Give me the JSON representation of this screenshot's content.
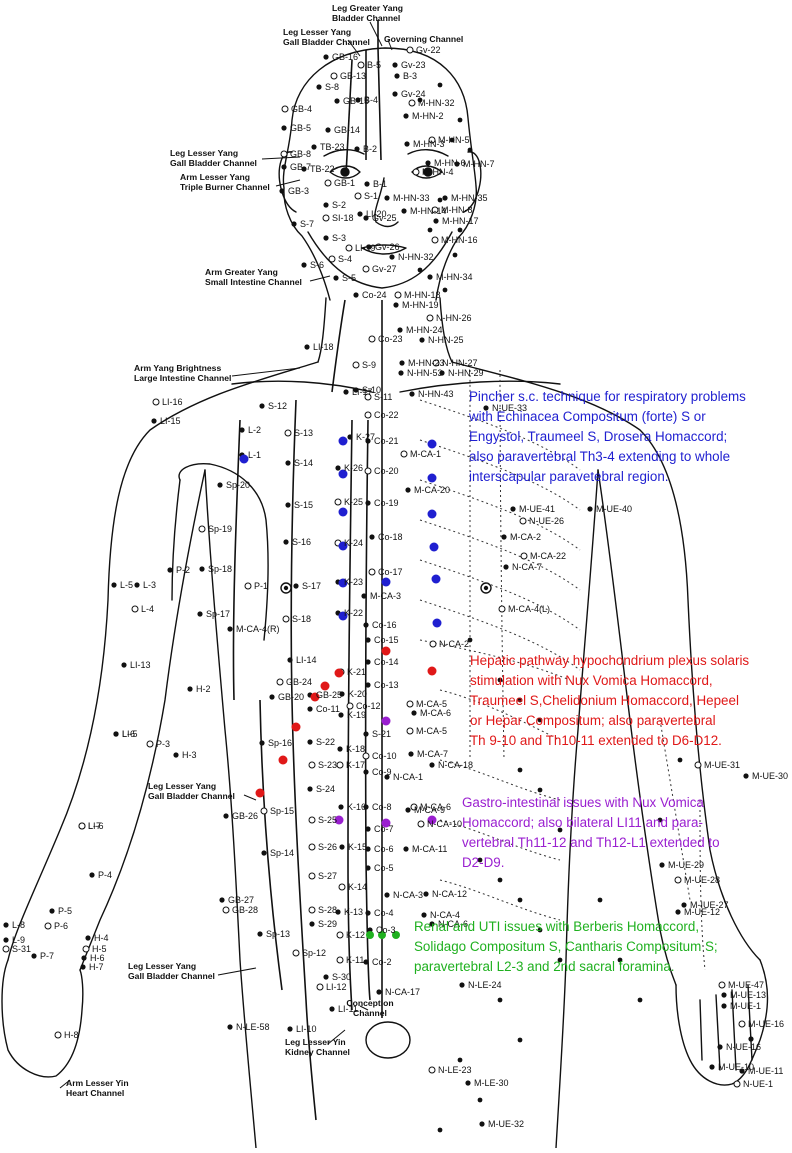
{
  "channel_labels": {
    "leg_greater_yang": [
      "Leg Greater Yang",
      "Bladder Channel"
    ],
    "leg_lesser_yang_top": [
      "Leg Lesser Yang",
      "Gall Bladder Channel"
    ],
    "governing": "Governing Channel",
    "leg_lesser_yang_head": [
      "Leg Lesser Yang",
      "Gall Bladder Channel"
    ],
    "arm_lesser_yang": [
      "Arm Lesser Yang",
      "Triple Burner Channel"
    ],
    "arm_greater_yang": [
      "Arm Greater Yang",
      "Small Intestine Channel"
    ],
    "arm_yang_brightness": [
      "Arm Yang Brightness",
      "Large Intestine Channel"
    ],
    "leg_lesser_yang_side": [
      "Leg Lesser Yang",
      "Gall Bladder Channel"
    ],
    "leg_lesser_yang_bottom": [
      "Leg Lesser Yang",
      "Gall Bladder Channel"
    ],
    "leg_lesser_yin": [
      "Leg Lesser Yin",
      "Kidney Channel"
    ],
    "conception": [
      "Conception",
      "Channel"
    ],
    "arm_lesser_yin": [
      "Arm Lesser Yin",
      "Heart Channel"
    ]
  },
  "annotations": [
    {
      "color": "#1f1fd0",
      "lines": [
        "Pincher s.c. technique for respiratory problems",
        "with Echinacea Compositum (forte) S or",
        "Engystol, Traumeel S, Drosera Homaccord;",
        "also paravertebral Th3-4 extending to whole",
        "interscapular paravetebral region."
      ]
    },
    {
      "color": "#e01818",
      "lines": [
        "Hepatic pathway hypochondrium plexus solaris",
        "stimulation with Nux Vomica Homaccord,",
        "Traumeel S,Chelidonium Homaccord, Hepeel",
        "or Hepar Compositum; also paravertebral",
        "Th 9-10 and Th10-11 extended to D6-D12."
      ]
    },
    {
      "color": "#9a1fd0",
      "lines": [
        "Gastro-intestinal issues with Nux Vomica",
        "Homaccord; also bilateral LI11 and para-",
        "vertebral Th11-12 and Th12-L1 extended to",
        "D2-D9."
      ]
    },
    {
      "color": "#1fb01f",
      "lines": [
        "Renal and UTI issues with Berberis Homaccord,",
        "Solidago Compositum S, Cantharis Compositum S;",
        "paravertebral L2-3 and 2nd sacral foramina."
      ]
    }
  ],
  "point_labels": {
    "head": [
      "GB-16",
      "GB-13",
      "S-8",
      "GB-15",
      "GB-4",
      "GB-5",
      "GB-14",
      "B-5",
      "B-3",
      "Gv-23",
      "Gv-22",
      "B-4",
      "Gv-24",
      "M-HN-32",
      "M-HN-2",
      "M-HN-3",
      "M-HN-5",
      "M-HN-6",
      "M-HN-7",
      "M-HN-4",
      "TB-23",
      "B-2",
      "GB-8",
      "GB-7",
      "TB-22",
      "GB-1",
      "B-1",
      "GB-3",
      "S-1",
      "S-2",
      "S-7",
      "SI-18",
      "S-3",
      "LI-20",
      "LI-19",
      "Gv-25",
      "Gv-26",
      "Gv-27",
      "M-HN-33",
      "M-HN-35",
      "M-HN-8",
      "M-HN-14",
      "M-HN-17",
      "M-HN-16",
      "N-HN-32",
      "M-HN-34",
      "M-HN-18",
      "M-HN-19",
      "S-6",
      "S-4",
      "S-5",
      "Co-24"
    ],
    "neck_chest": [
      "N-HN-26",
      "M-HN-24",
      "N-HN-25",
      "Co-23",
      "LI-18",
      "M-HN-23",
      "N-HN-27",
      "N-HN-53",
      "N-HN-29",
      "S-9",
      "S-10",
      "LI-17",
      "S-11",
      "N-HN-43",
      "N-UE-33",
      "LI-16",
      "LI-15",
      "S-12",
      "Co-22",
      "L-2",
      "L-1",
      "S-13",
      "K-27",
      "Co-21",
      "M-CA-1",
      "S-14",
      "K-26",
      "Co-20",
      "M-CA-20",
      "S-15",
      "K-25",
      "Co-19",
      "M-UE-41",
      "N-UE-26",
      "M-UE-40",
      "S-16",
      "K-24",
      "Co-18",
      "M-CA-2",
      "M-CA-22",
      "S-17",
      "K-23",
      "Co-17",
      "N-CA-7",
      "M-CA-3",
      "S-18",
      "K-22",
      "Co-16",
      "M-CA-4(L)",
      "M-CA-4(R)",
      "Sp-20",
      "Sp-19",
      "Sp-18",
      "Sp-17",
      "P-1",
      "P-2",
      "L-3",
      "L-4"
    ],
    "abdomen": [
      "LI-14",
      "LI-13",
      "GB-24",
      "GB-20",
      "GB-25",
      "K-21",
      "Co-15",
      "Co-14",
      "N-CA-2",
      "Co-13",
      "K-20",
      "M-CA-5",
      "M-CA-6",
      "K-19",
      "Co-12",
      "S-21",
      "Co-11",
      "M-CA-5",
      "S-22",
      "K-18",
      "Co-10",
      "M-CA-7",
      "N-CA-18",
      "K-17",
      "Co-9",
      "N-CA-1",
      "S-23",
      "K-16",
      "Co-8",
      "M-CA-6",
      "M-CA-9",
      "S-24",
      "N-CA-10",
      "K-15",
      "Co-7",
      "S-25",
      "Co-6",
      "M-CA-11",
      "S-26",
      "Co-5",
      "N-CA-3",
      "K-14",
      "Co-4",
      "N-CA-12",
      "S-27",
      "K-13",
      "N-CA-4",
      "S-28",
      "Co-3",
      "N-CA-6",
      "K-12",
      "Co-2",
      "S-29",
      "K-11",
      "N-CA-17",
      "S-30",
      "LI-12",
      "LI-11",
      "LI-10",
      "LI-6",
      "LI-5",
      "Sp-16",
      "Sp-15",
      "Sp-14",
      "Sp-13",
      "Sp-12",
      "GB-26",
      "GB-27",
      "GB-28",
      "H-2",
      "H-3",
      "P-3",
      "P-4",
      "P-5",
      "P-6",
      "P-7",
      "H-4",
      "H-5",
      "H-6",
      "H-7",
      "H-8",
      "L-5",
      "L-6",
      "L-7",
      "L-8",
      "L-9",
      "S-31",
      "N-LE-58",
      "N-LE-24",
      "N-LE-23",
      "M-LE-30",
      "M-UE-32",
      "M-UE-31",
      "M-UE-30",
      "M-UE-29",
      "M-UE-28",
      "M-IUE-27",
      "M-UE-12",
      "M-UE-47",
      "M-UE-13",
      "M-UE-1",
      "M-UE-16",
      "M-UE-10",
      "M-UE-11",
      "N-UE-1",
      "N-UE-16"
    ]
  }
}
